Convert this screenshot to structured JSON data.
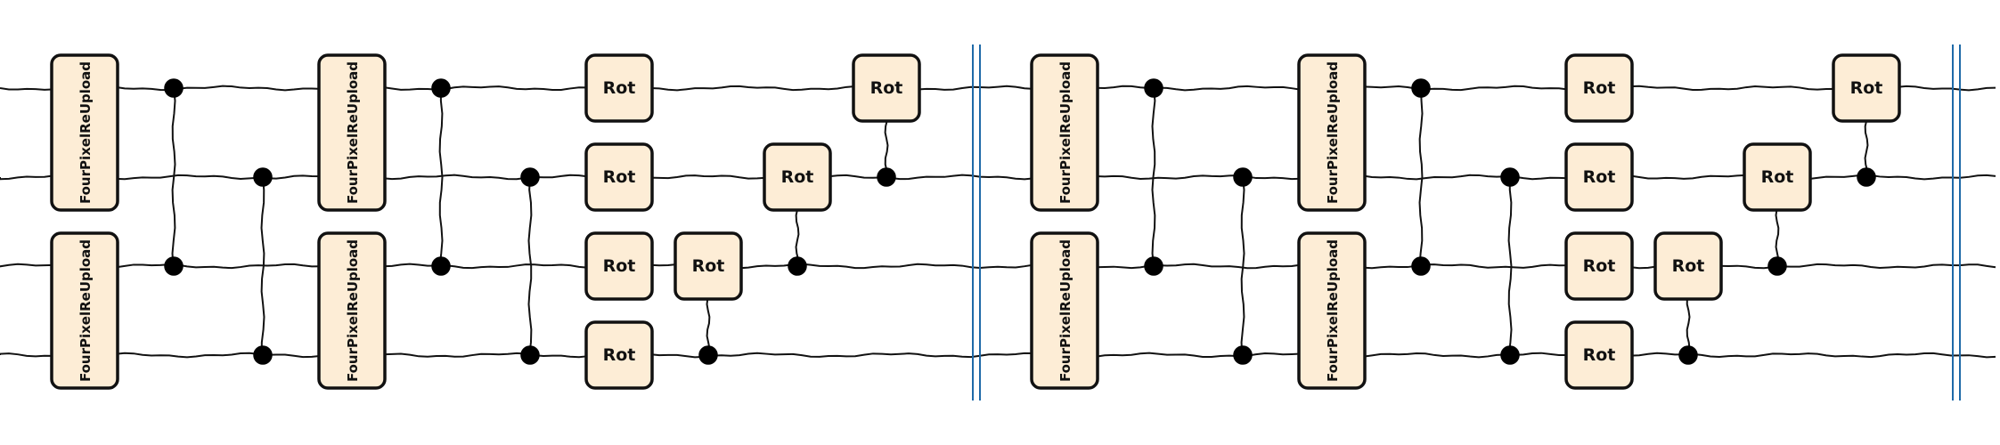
{
  "colors": {
    "gate_fill": "#fdedd6",
    "gate_stroke": "#111111",
    "wire": "#111111",
    "control": "#000000",
    "barrier": "#1f6aa8",
    "background": "#ffffff"
  },
  "circuit": {
    "num_wires": 4,
    "style": "hand-drawn (xkcd)",
    "layers": [
      {
        "gates": [
          {
            "type": "upload",
            "label": "FourPixelReUpload",
            "wires": [
              0,
              1
            ]
          },
          {
            "type": "upload",
            "label": "FourPixelReUpload",
            "wires": [
              2,
              3
            ]
          }
        ]
      },
      {
        "gates": [
          {
            "type": "cz",
            "wires": [
              0,
              2
            ]
          }
        ]
      },
      {
        "gates": [
          {
            "type": "cz",
            "wires": [
              1,
              3
            ]
          }
        ]
      },
      {
        "gates": [
          {
            "type": "upload",
            "label": "FourPixelReUpload",
            "wires": [
              0,
              1
            ]
          },
          {
            "type": "upload",
            "label": "FourPixelReUpload",
            "wires": [
              2,
              3
            ]
          }
        ]
      },
      {
        "gates": [
          {
            "type": "cz",
            "wires": [
              0,
              2
            ]
          }
        ]
      },
      {
        "gates": [
          {
            "type": "cz",
            "wires": [
              1,
              3
            ]
          }
        ]
      },
      {
        "gates": [
          {
            "type": "rot",
            "label": "Rot",
            "wire": 0
          },
          {
            "type": "rot",
            "label": "Rot",
            "wire": 1
          },
          {
            "type": "rot",
            "label": "Rot",
            "wire": 2
          },
          {
            "type": "rot",
            "label": "Rot",
            "wire": 3
          }
        ]
      },
      {
        "gates": [
          {
            "type": "crot",
            "label": "Rot",
            "control": 3,
            "target": 2
          }
        ]
      },
      {
        "gates": [
          {
            "type": "crot",
            "label": "Rot",
            "control": 2,
            "target": 1
          }
        ]
      },
      {
        "gates": [
          {
            "type": "crot",
            "label": "Rot",
            "control": 1,
            "target": 0
          }
        ]
      },
      {
        "gates": [
          {
            "type": "barrier"
          }
        ]
      },
      {
        "gates": [
          {
            "type": "upload",
            "label": "FourPixelReUpload",
            "wires": [
              0,
              1
            ]
          },
          {
            "type": "upload",
            "label": "FourPixelReUpload",
            "wires": [
              2,
              3
            ]
          }
        ]
      },
      {
        "gates": [
          {
            "type": "cz",
            "wires": [
              0,
              2
            ]
          }
        ]
      },
      {
        "gates": [
          {
            "type": "cz",
            "wires": [
              1,
              3
            ]
          }
        ]
      },
      {
        "gates": [
          {
            "type": "upload",
            "label": "FourPixelReUpload",
            "wires": [
              0,
              1
            ]
          },
          {
            "type": "upload",
            "label": "FourPixelReUpload",
            "wires": [
              2,
              3
            ]
          }
        ]
      },
      {
        "gates": [
          {
            "type": "cz",
            "wires": [
              0,
              2
            ]
          }
        ]
      },
      {
        "gates": [
          {
            "type": "cz",
            "wires": [
              1,
              3
            ]
          }
        ]
      },
      {
        "gates": [
          {
            "type": "rot",
            "label": "Rot",
            "wire": 0
          },
          {
            "type": "rot",
            "label": "Rot",
            "wire": 1
          },
          {
            "type": "rot",
            "label": "Rot",
            "wire": 2
          },
          {
            "type": "rot",
            "label": "Rot",
            "wire": 3
          }
        ]
      },
      {
        "gates": [
          {
            "type": "crot",
            "label": "Rot",
            "control": 3,
            "target": 2
          }
        ]
      },
      {
        "gates": [
          {
            "type": "crot",
            "label": "Rot",
            "control": 2,
            "target": 1
          }
        ]
      },
      {
        "gates": [
          {
            "type": "crot",
            "label": "Rot",
            "control": 1,
            "target": 0
          }
        ]
      },
      {
        "gates": [
          {
            "type": "barrier"
          }
        ]
      }
    ]
  }
}
